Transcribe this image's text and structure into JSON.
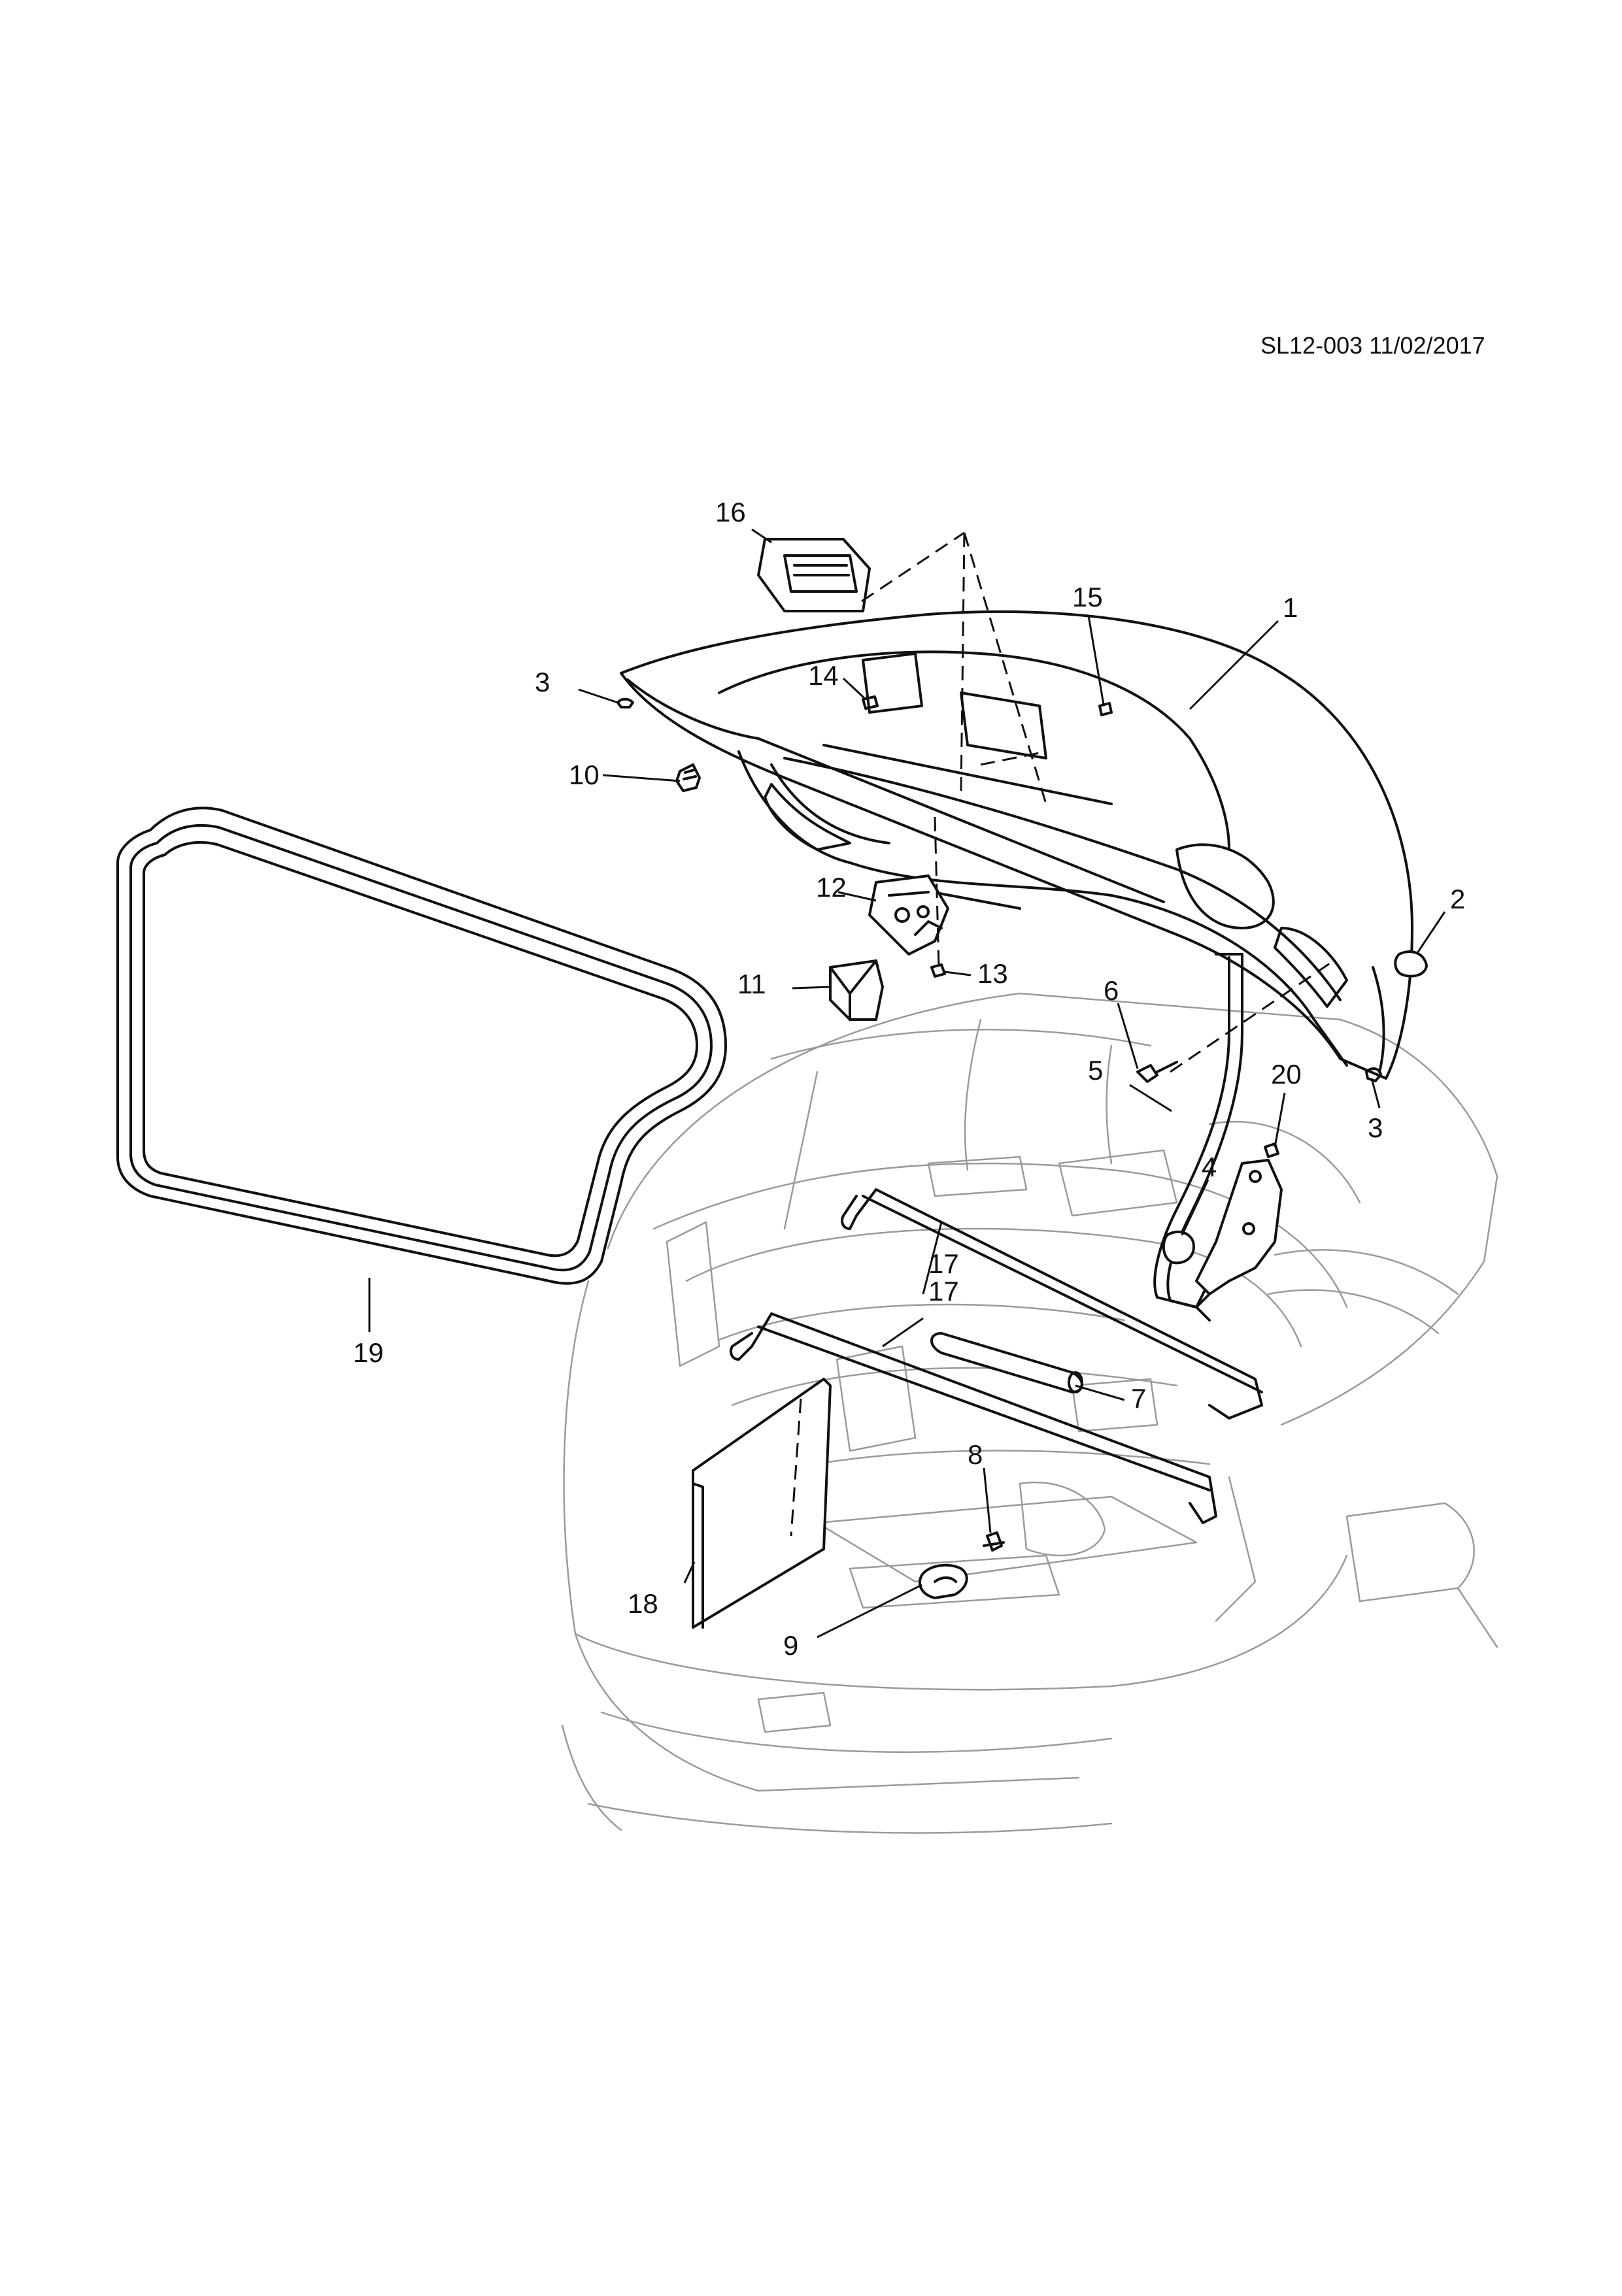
{
  "reference_code": "SL12-003 11/02/2017",
  "callouts": [
    "1",
    "2",
    "3",
    "3",
    "4",
    "5",
    "6",
    "7",
    "8",
    "9",
    "10",
    "11",
    "12",
    "13",
    "14",
    "15",
    "16",
    "17",
    "17",
    "18",
    "19",
    "20"
  ]
}
